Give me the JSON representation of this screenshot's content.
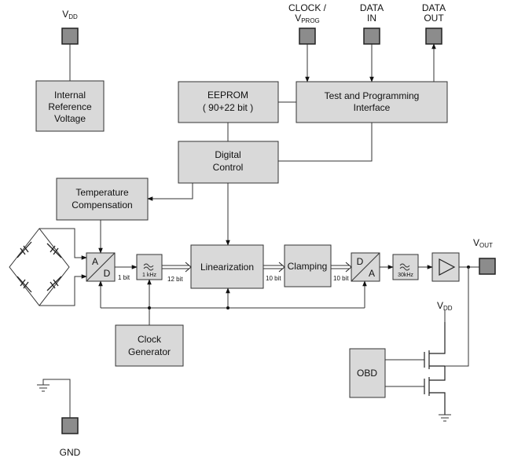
{
  "pins": {
    "vdd": {
      "main": "V",
      "sub": "DD"
    },
    "clock": {
      "line1": "CLOCK /",
      "main": "V",
      "sub": "PROG"
    },
    "data_in": {
      "line1": "DATA",
      "line2": "IN"
    },
    "data_out": {
      "line1": "DATA",
      "line2": "OUT"
    },
    "vout": {
      "main": "V",
      "sub": "OUT"
    },
    "gnd": "GND",
    "obd_vdd": {
      "main": "V",
      "sub": "DD"
    }
  },
  "blocks": {
    "internal_ref": [
      "Internal",
      "Reference",
      "Voltage"
    ],
    "eeprom": [
      "EEPROM",
      "( 90+22 bit )"
    ],
    "test_prog": [
      "Test and Programming",
      "Interface"
    ],
    "digital_control": [
      "Digital",
      "Control"
    ],
    "temp_comp": [
      "Temperature",
      "Compensation"
    ],
    "linearization": "Linearization",
    "clamping": "Clamping",
    "clock_gen": [
      "Clock",
      "Generator"
    ],
    "obd": "OBD"
  },
  "converters": {
    "adc": {
      "top": "A",
      "bottom": "D"
    },
    "dac": {
      "top": "D",
      "bottom": "A"
    }
  },
  "filters": {
    "lp1": "1 kHz",
    "lp2": "30kHz"
  },
  "bus_labels": {
    "b1": "1 bit",
    "b2": "12 bit",
    "b3": "10 bit",
    "b4": "10 bit"
  }
}
